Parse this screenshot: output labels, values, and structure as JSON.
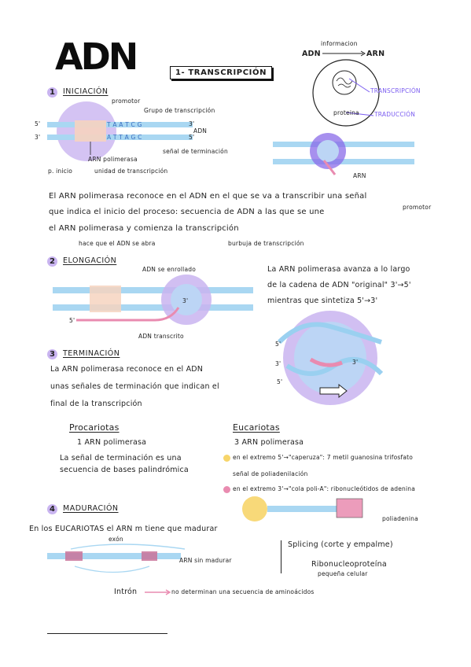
{
  "title": "ADN",
  "section_box": "1- TRANSCRIPCIÓN",
  "dogma": {
    "informacion": "informacion",
    "adn": "ADN",
    "arn": "ARN",
    "transcripcion": "TRANSCRIPCIÓN",
    "traduccion": "TRADUCCIÓN",
    "proteina": "proteina"
  },
  "iniciacion": {
    "num": "1",
    "heading": "INICIACIÓN",
    "promotor": "promotor",
    "grupo": "Grupo de transcripción",
    "five_top": "5'",
    "three_top": "3'",
    "three_bottom": "3'",
    "five_bottom": "5'",
    "adn_label": "ADN",
    "seq_top": "T A A T C G",
    "seq_bottom": "A T T A G C",
    "senal_term": "señal de terminación",
    "polimerasa": "ARN polimerasa",
    "p_inicio": "p. inicio",
    "unidad": "unidad de transcripción",
    "arn_label": "ARN",
    "text_line1": "El ARN polimerasa reconoce en el ADN en el que se va a transcribir una señal",
    "text_promotor": "promotor",
    "text_line2": "que indica el inicio del proceso: secuencia de ADN a las que se une",
    "text_line3": "el ARN polimerasa y comienza la transcripción",
    "text_line4": "hace que el ADN se abra",
    "text_line4b": "burbuja de transcripción"
  },
  "elongacion": {
    "num": "2",
    "heading": "ELONGACIÓN",
    "adn_enrollado": "ADN se enrollado",
    "three": "3'",
    "five": "5'",
    "adn_transcrito": "ADN transcrito",
    "text1": "La ARN polimerasa avanza a lo largo",
    "text2": "de la cadena de ADN \"original\" 3'→5'",
    "text3": "mientras que sintetiza 5'→3'",
    "zoom_5": "5'",
    "zoom_3a": "3'",
    "zoom_3b": "3'",
    "zoom_5b": "5'"
  },
  "terminacion": {
    "num": "3",
    "heading": "TERMINACIÓN",
    "text1": "La ARN polimerasa reconoce en el ADN",
    "text2": "unas señales de terminación que indican el",
    "text3": "final de la transcripción"
  },
  "procariotas": {
    "heading": "Procariotas",
    "sub": "1 ARN polimerasa",
    "text1": "La señal de terminación es una",
    "text2": "secuencia de bases palindrómica"
  },
  "eucariotas": {
    "heading": "Eucariotas",
    "sub": "3 ARN polimerasa",
    "bullet1": "en el extremo 5'→\"caperuza\": 7 metil guanosina trifosfato",
    "bullet1b": "señal de poliadenilación",
    "bullet2": "en el extremo 3'→\"cola poli-A\": ribonucleótidos de adenina",
    "poli": "poliadenina"
  },
  "maduracion": {
    "num": "4",
    "heading": "MADURACIÓN",
    "text1": "En los EUCARIOTAS el ARN m tiene que madurar",
    "exon": "exón",
    "arn_sin": "ARN sin madurar",
    "intron": "Intrón",
    "intron_desc": "no determinan una secuencia de aminoácidos",
    "splicing": "Splicing (corte y empalme)",
    "ribo": "Ribonucleoproteína",
    "ribo2": "pequeña celular"
  },
  "colors": {
    "lavender": "#c9b4f0",
    "purple": "#8a6be8",
    "lightblue": "#a9d7f2",
    "blue": "#bcd5f5",
    "pink": "#e98bb0",
    "peach": "#f6d3c0",
    "yellow": "#f7d56a"
  }
}
